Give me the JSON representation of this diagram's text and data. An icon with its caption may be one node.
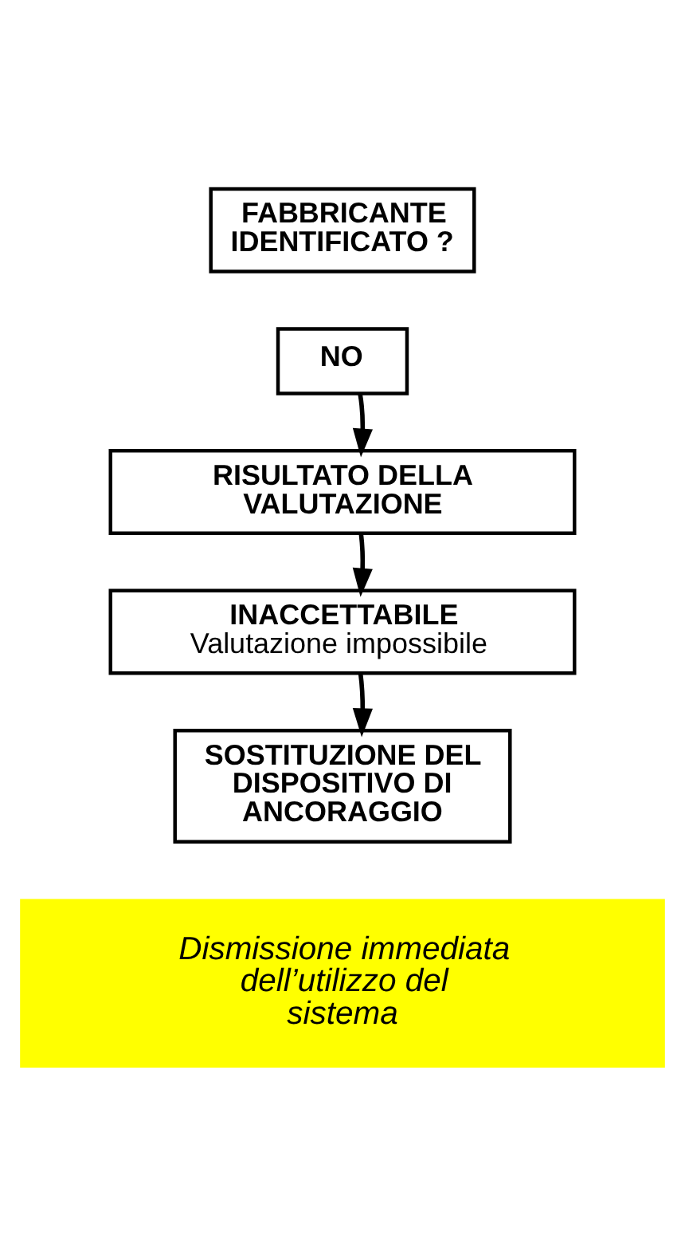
{
  "diagram": {
    "nodes": [
      {
        "text": [
          "FABBRICANTE IDENTIFICATO ?"
        ]
      },
      {
        "text": [
          "NO"
        ]
      },
      {
        "text": [
          "RISULTATO DELLA VALUTAZIONE"
        ]
      },
      {
        "text": [
          "INACCETTABILE",
          "Valutazione impossibile"
        ]
      },
      {
        "text": [
          "SOSTITUZIONE DEL DISPOSITIVO DI ANCORAGGIO"
        ]
      },
      {
        "text": [
          "Dismissione immediata dell’utilizzo del sistema"
        ]
      }
    ],
    "edges": [
      {
        "from": 1,
        "to": 2,
        "arrow": "to"
      },
      {
        "from": 2,
        "to": 3,
        "arrow": "to"
      },
      {
        "from": 3,
        "to": 4,
        "arrow": "to"
      }
    ]
  }
}
